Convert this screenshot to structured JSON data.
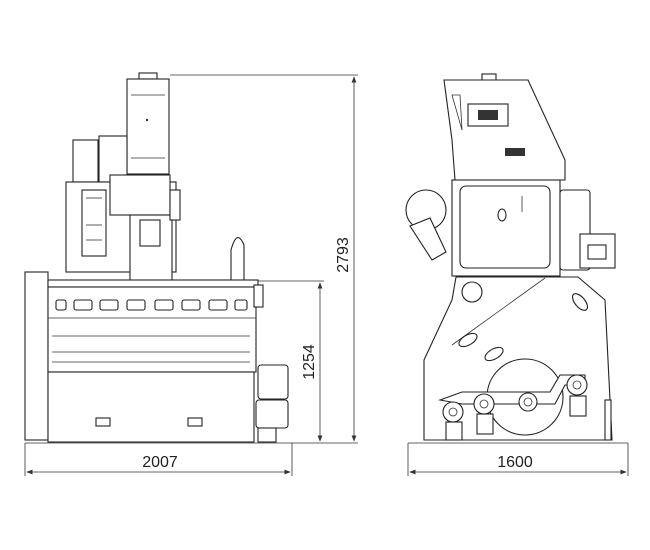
{
  "drawing": {
    "front_view": {
      "width_label": "2007",
      "total_height_label": "2793",
      "base_height_label": "1254"
    },
    "side_view": {
      "depth_label": "1600"
    }
  },
  "colors": {
    "line": "#222222",
    "background": "#ffffff"
  }
}
